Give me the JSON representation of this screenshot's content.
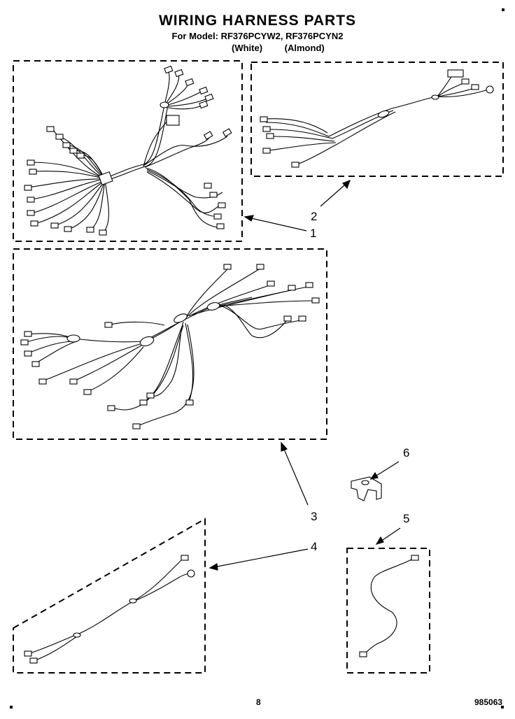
{
  "header": {
    "title": "WIRING HARNESS PARTS",
    "model_line": "For Model: RF376PCYW2, RF376PCYN2",
    "variant_white": "(White)",
    "variant_almond": "(Almond)"
  },
  "callouts": [
    "1",
    "2",
    "3",
    "4",
    "5",
    "6"
  ],
  "footer": {
    "page_number": "8",
    "doc_number": "985063"
  }
}
